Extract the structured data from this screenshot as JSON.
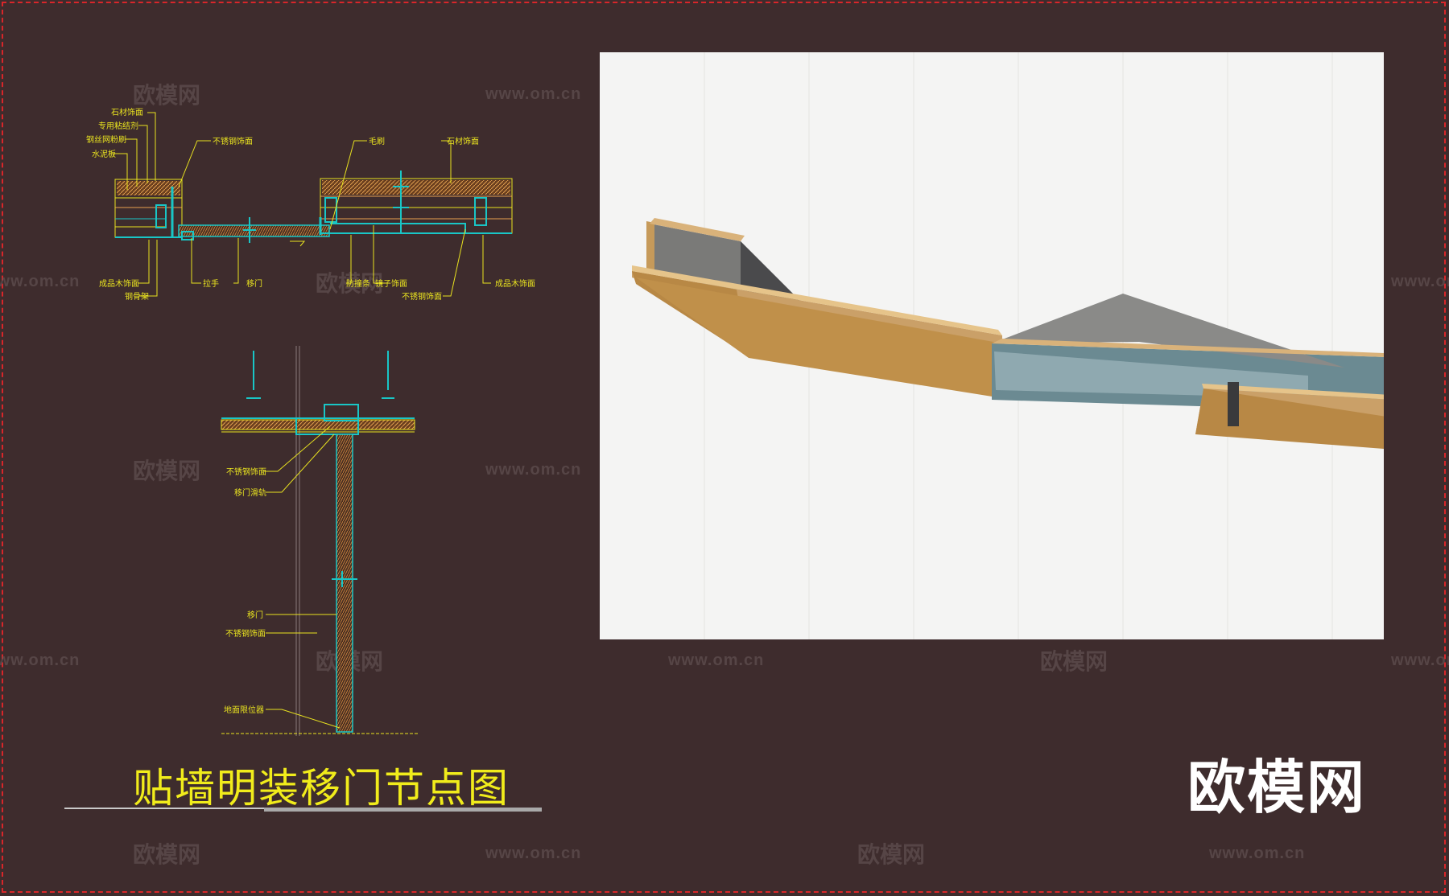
{
  "title": "贴墙明装移门节点图",
  "logo": "欧模网",
  "watermark": {
    "brand": "欧模网",
    "url": "www.om.cn"
  },
  "plan_labels": {
    "stone_top": "石材饰面",
    "adhesive": "专用粘结剂",
    "mesh": "钢丝网粉刷",
    "cement_board": "水泥板",
    "stainless_top": "不锈钢饰面",
    "brush": "毛刷",
    "stone_right": "石材饰面",
    "wood_left": "成品木饰面",
    "steel_frame": "钢骨架",
    "handle": "拉手",
    "door": "移门",
    "buffer": "防撞条",
    "mirror": "镜子饰面",
    "stainless_bottom": "不锈钢饰面",
    "wood_right": "成品木饰面"
  },
  "section_labels": {
    "stainless_a": "不锈钢饰面",
    "track": "移门滑轨",
    "door": "移门",
    "stainless_b": "不锈钢饰面",
    "floor_stop": "地面限位器"
  },
  "colors": {
    "background": "#3e2c2d",
    "leader": "#e8e220",
    "steel": "#19c6c6",
    "hatch": "#d89a48",
    "frame_border": "#d8262a"
  }
}
